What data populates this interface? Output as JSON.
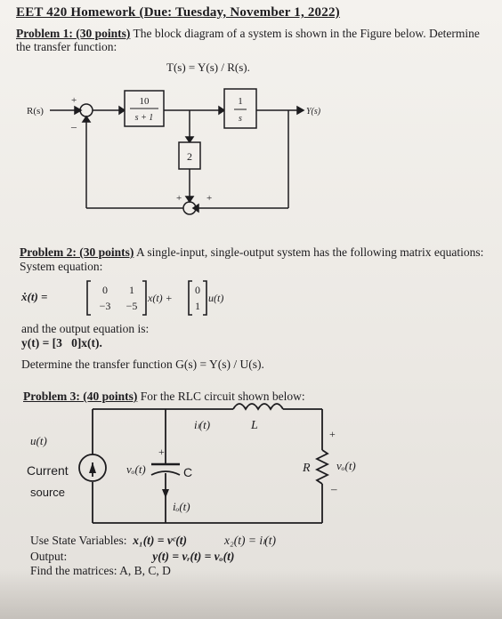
{
  "header": "EET 420 Homework (Due: Tuesday, November 1, 2022)",
  "problem1": {
    "label": "Problem 1: (30 points)",
    "text": " The block diagram of a system is shown in the Figure below. Determine",
    "text2": "the transfer function:",
    "formula": "T(s) = Y(s) / R(s).",
    "diagram": {
      "input": "R(s)",
      "output": "Y(s)",
      "block1_num": "10",
      "block1_den": "s + 1",
      "block2_num": "1",
      "block2_den": "s",
      "block3": "2",
      "sum1_plus": "+",
      "sum1_minus": "–",
      "sum2_plus_left": "+",
      "sum2_plus_right": "+"
    }
  },
  "problem2": {
    "label": "Problem 2: (30 points)",
    "text": " A single-input, single-output system has the following matrix equations:",
    "system_eq_label": "System equation:",
    "xdot": "ẋ(t) =",
    "A": [
      "0",
      "1",
      "−3",
      "−5"
    ],
    "xt": "x(t) +",
    "B": [
      "0",
      "1"
    ],
    "ut": "u(t)",
    "output_label": "and the output equation is:",
    "output_eq_lhs": "y(t) = [3",
    "output_eq_rhs": "0]x(t).",
    "determine": "Determine the transfer function G(s) = Y(s) / U(s)."
  },
  "problem3": {
    "label": "Problem 3: (40 points)",
    "text": " For the RLC circuit shown below:",
    "circuit": {
      "source_u": "u(t)",
      "source_current": "Current",
      "source_source": "source",
      "cap_voltage": "vₒ(t)",
      "cap_label": "C",
      "cap_current": "iₒ(t)",
      "ind_current": "iₗ(t)",
      "ind_label": "L",
      "res_label": "R",
      "res_voltage": "vₒ(t)",
      "plus": "+",
      "minus": "–"
    },
    "state_vars_label": "Use State Variables:",
    "x1": "x₁(t) = vᶜ(t)",
    "x2": "x₂(t) = iₗ(t)",
    "output_label": "Output:",
    "output_eq": "y(t) = vᵣ(t) = vₒ(t)",
    "find": "Find the matrices: A, B, C, D"
  }
}
